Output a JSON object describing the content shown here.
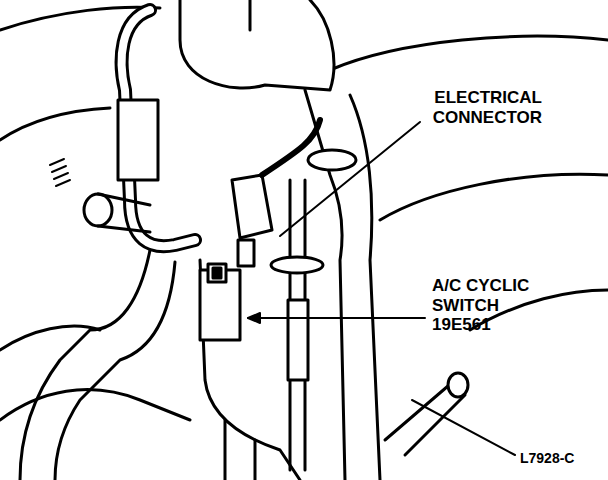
{
  "diagram": {
    "labels": [
      "ELECTRICAL CONNECTOR",
      "A/C CYCLIC SWITCH 19E561",
      "L7928-C"
    ]
  }
}
